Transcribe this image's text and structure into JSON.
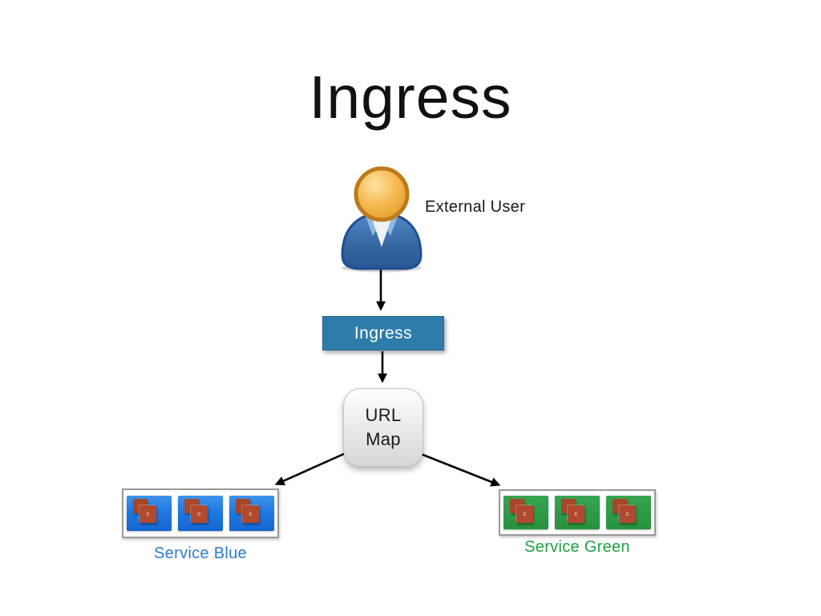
{
  "title": "Ingress",
  "user": {
    "label": "External User"
  },
  "ingress": {
    "label": "Ingress",
    "fill_color": "#2e7ca9",
    "text_color": "#ffffff"
  },
  "url_map": {
    "line1": "URL",
    "line2": "Map"
  },
  "services": {
    "blue": {
      "label": "Service Blue",
      "label_color": "#2e7ad1",
      "pod_color": "#1f79e0",
      "pod_count": 3
    },
    "green": {
      "label": "Service Green",
      "label_color": "#1f9e43",
      "pod_color": "#2f9b49",
      "pod_count": 3
    }
  },
  "container": {
    "letter": "c",
    "color": "#b04a2e"
  },
  "arrow_color": "#000000"
}
